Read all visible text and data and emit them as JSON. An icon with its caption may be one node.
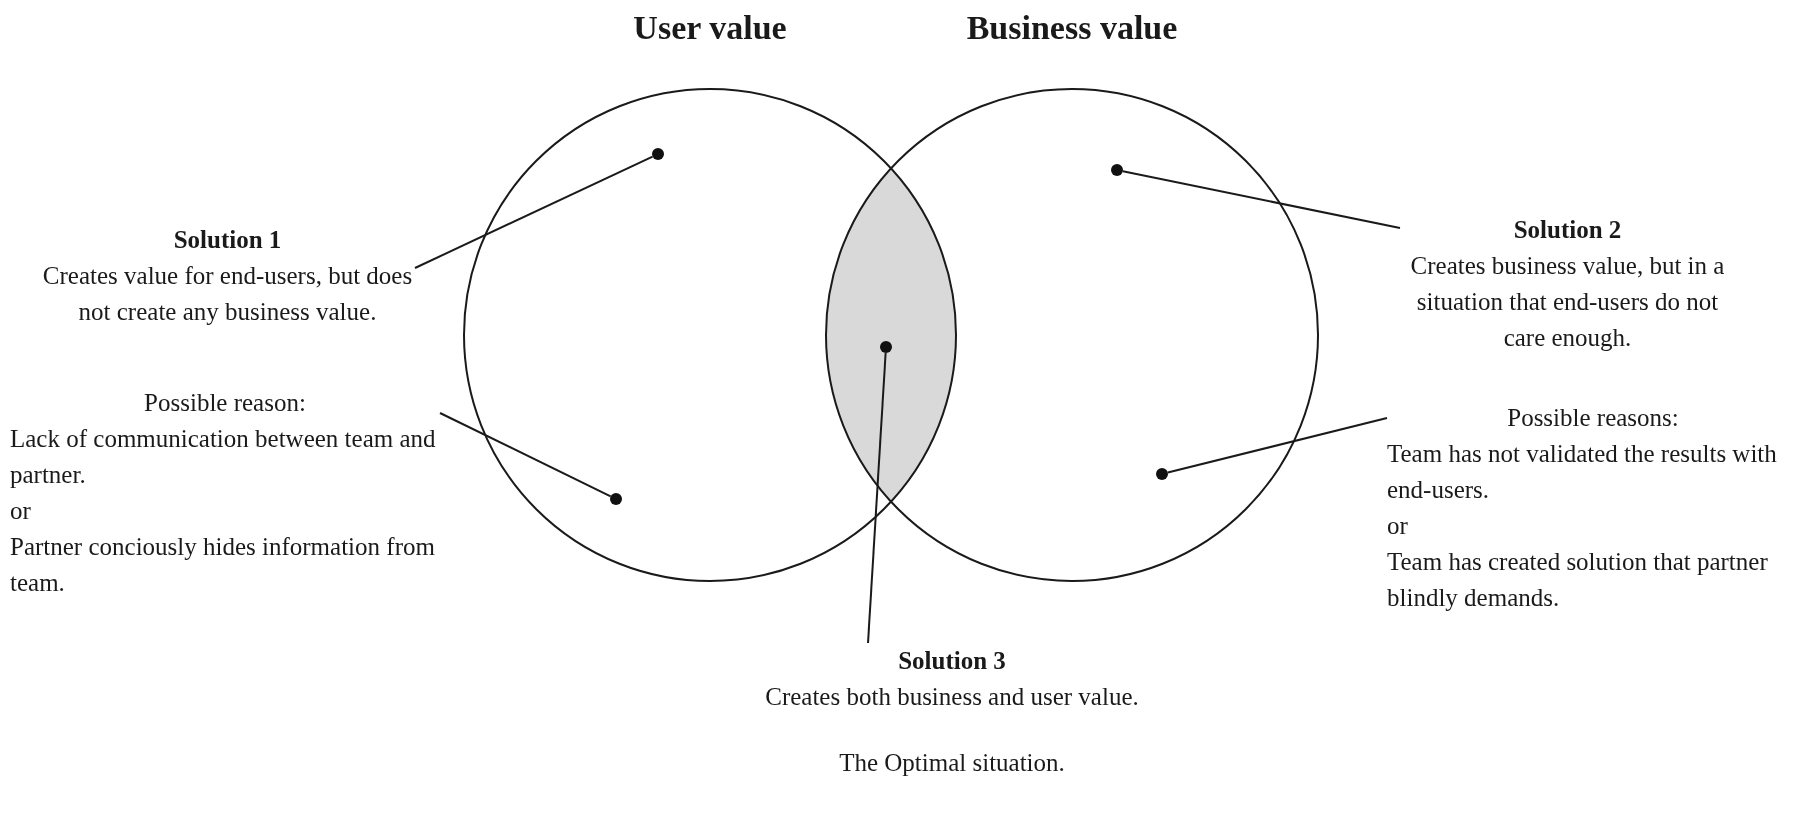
{
  "diagram": {
    "nodes": [
      {
        "text": [
          "User value"
        ]
      },
      {
        "text": [
          "Business value"
        ]
      },
      {
        "text": [],
        "shape": "circle",
        "in": 0
      },
      {
        "text": [],
        "shape": "circle",
        "in": 1
      },
      {
        "text": [
          "Solution 1",
          "Creates value for end-users, but does not create any business value."
        ]
      },
      {
        "text": [
          "Solution 2",
          "Creates business value, but in a situation that end-users do not care enough."
        ]
      },
      {
        "text": [
          "Possible reason:",
          "Lack of communication between team and partner.",
          "or",
          "Partner conciously hides information from team."
        ]
      },
      {
        "text": [],
        "shape": "circle",
        "in": 0
      },
      {
        "text": [
          "Possible reasons:",
          "Team has not validated the results with end-users.",
          "or",
          "Team has created solution that partner blindly demands."
        ]
      },
      {
        "text": [],
        "shape": "circle"
      },
      {
        "text": [],
        "shape": "circle",
        "in": 1
      },
      {
        "text": [
          "Solution 3",
          "Creates both business and user value.",
          "The Optimal situation."
        ]
      }
    ],
    "edges": [
      {
        "from": 4,
        "to": 2,
        "arrow": "none"
      },
      {
        "from": 5,
        "to": 3,
        "arrow": "none"
      },
      {
        "from": 6,
        "to": 7,
        "arrow": "none"
      },
      {
        "from": 8,
        "to": 10,
        "arrow": "none"
      },
      {
        "from": 11,
        "to": 9,
        "arrow": "none"
      }
    ]
  }
}
